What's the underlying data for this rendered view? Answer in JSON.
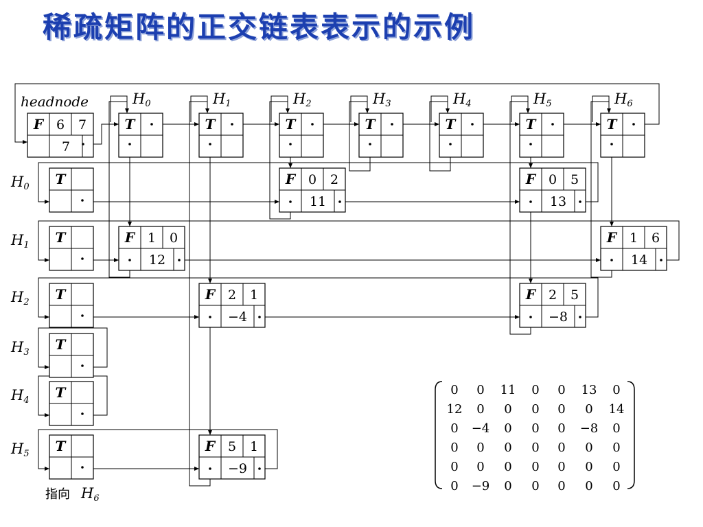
{
  "title": "稀疏矩阵的正交链表表示的示例",
  "headnode_label": "headnode",
  "headnode": {
    "tag": "F",
    "rows": "6",
    "cols": "7",
    "count": "7"
  },
  "column_heads": [
    {
      "label": "H",
      "sub": "0",
      "tag": "T"
    },
    {
      "label": "H",
      "sub": "1",
      "tag": "T"
    },
    {
      "label": "H",
      "sub": "2",
      "tag": "T"
    },
    {
      "label": "H",
      "sub": "3",
      "tag": "T"
    },
    {
      "label": "H",
      "sub": "4",
      "tag": "T"
    },
    {
      "label": "H",
      "sub": "5",
      "tag": "T"
    },
    {
      "label": "H",
      "sub": "6",
      "tag": "T"
    }
  ],
  "row_heads": [
    {
      "label": "H",
      "sub": "0",
      "tag": "T"
    },
    {
      "label": "H",
      "sub": "1",
      "tag": "T"
    },
    {
      "label": "H",
      "sub": "2",
      "tag": "T"
    },
    {
      "label": "H",
      "sub": "3",
      "tag": "T"
    },
    {
      "label": "H",
      "sub": "4",
      "tag": "T"
    },
    {
      "label": "H",
      "sub": "5",
      "tag": "T"
    }
  ],
  "nodes": [
    {
      "tag": "F",
      "row": "0",
      "col": "2",
      "value": "11"
    },
    {
      "tag": "F",
      "row": "0",
      "col": "5",
      "value": "13"
    },
    {
      "tag": "F",
      "row": "1",
      "col": "0",
      "value": "12"
    },
    {
      "tag": "F",
      "row": "1",
      "col": "6",
      "value": "14"
    },
    {
      "tag": "F",
      "row": "2",
      "col": "1",
      "value": "−4"
    },
    {
      "tag": "F",
      "row": "2",
      "col": "5",
      "value": "−8"
    },
    {
      "tag": "F",
      "row": "5",
      "col": "1",
      "value": "−9"
    }
  ],
  "matrix": [
    [
      "0",
      "0",
      "11",
      "0",
      "0",
      "13",
      "0"
    ],
    [
      "12",
      "0",
      "0",
      "0",
      "0",
      "0",
      "14"
    ],
    [
      "0",
      "−4",
      "0",
      "0",
      "0",
      "−8",
      "0"
    ],
    [
      "0",
      "0",
      "0",
      "0",
      "0",
      "0",
      "0"
    ],
    [
      "0",
      "0",
      "0",
      "0",
      "0",
      "0",
      "0"
    ],
    [
      "0",
      "−9",
      "0",
      "0",
      "0",
      "0",
      "0"
    ]
  ],
  "note": {
    "prefix": "指向",
    "label": "H",
    "sub": "6"
  }
}
